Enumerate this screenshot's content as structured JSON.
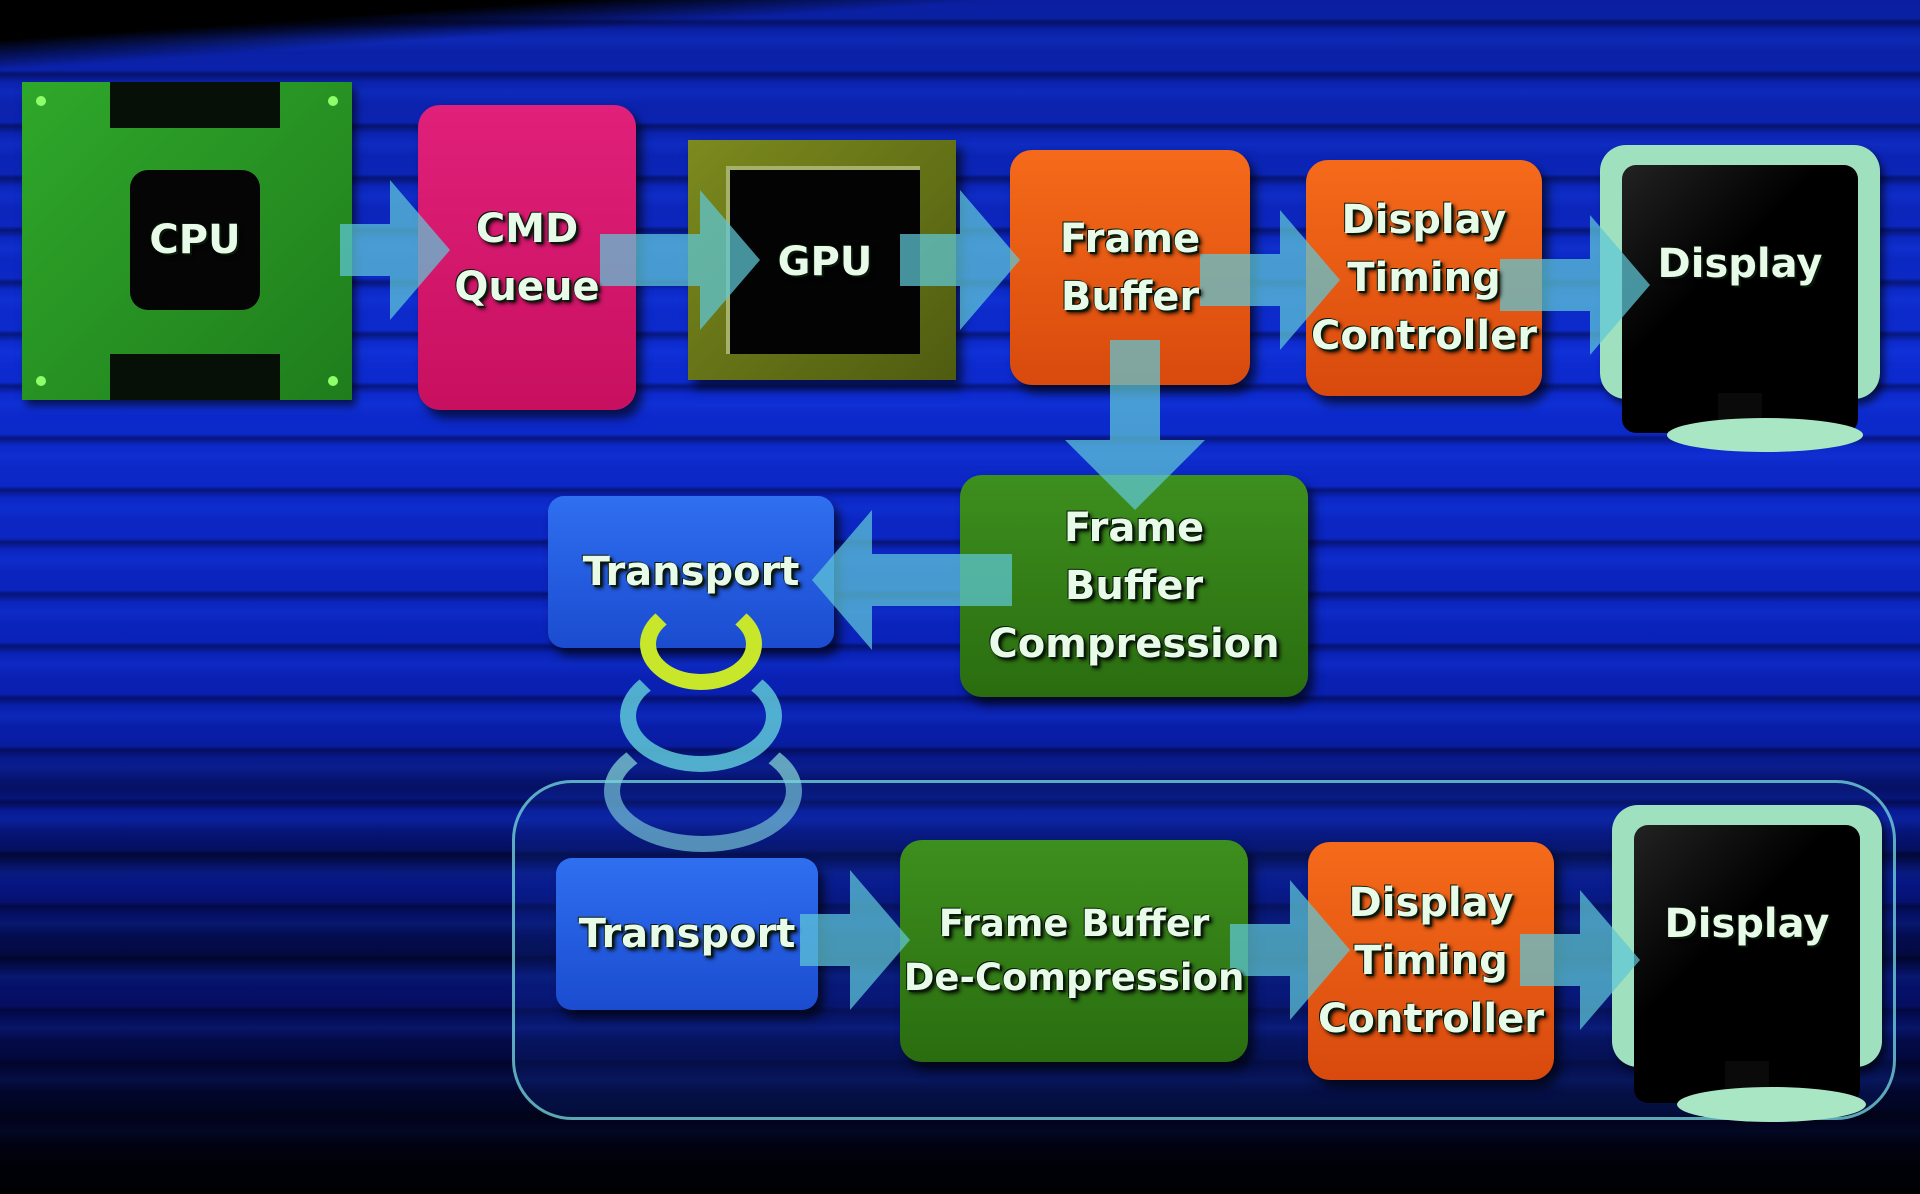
{
  "diagram": {
    "type": "flowchart",
    "description": "Display pipeline with frame buffer compression and wireless transport to a remote display",
    "colors": {
      "background": "#0d2bd0",
      "arrow": "#5fc8d8",
      "cpu": "#2fa82a",
      "cmd_queue": "#e0207a",
      "gpu": "#7c8a1e",
      "frame_buffer": "#f56a1a",
      "timing_controller": "#f56a1a",
      "compression": "#3d8f1e",
      "transport": "#2f6ff0",
      "display_bezel": "#9fe0bf",
      "wave_primary": "#c8e62a",
      "wave_secondary": "#5fc8d8"
    },
    "top_row": {
      "cpu": "CPU",
      "cmd_queue": "CMD\nQueue",
      "gpu": "GPU",
      "frame_buffer": "Frame\nBuffer",
      "timing_controller": "Display\nTiming\nController",
      "display": "Display"
    },
    "middle_row": {
      "transport": "Transport",
      "compression": "Frame\nBuffer\nCompression"
    },
    "bottom_row": {
      "transport": "Transport",
      "decompression": "Frame  Buffer\nDe-Compression",
      "timing_controller": "Display\nTiming\nController",
      "display": "Display"
    },
    "edges": [
      {
        "from": "CPU",
        "to": "CMD Queue"
      },
      {
        "from": "CMD Queue",
        "to": "GPU"
      },
      {
        "from": "GPU",
        "to": "Frame Buffer"
      },
      {
        "from": "Frame Buffer",
        "to": "Display Timing Controller"
      },
      {
        "from": "Display Timing Controller",
        "to": "Display"
      },
      {
        "from": "Frame Buffer",
        "to": "Frame Buffer Compression"
      },
      {
        "from": "Frame Buffer Compression",
        "to": "Transport"
      },
      {
        "from": "Transport",
        "to": "Transport (remote)",
        "style": "wireless"
      },
      {
        "from": "Transport (remote)",
        "to": "Frame Buffer De-Compression"
      },
      {
        "from": "Frame Buffer De-Compression",
        "to": "Display Timing Controller (remote)"
      },
      {
        "from": "Display Timing Controller (remote)",
        "to": "Display (remote)"
      }
    ]
  }
}
